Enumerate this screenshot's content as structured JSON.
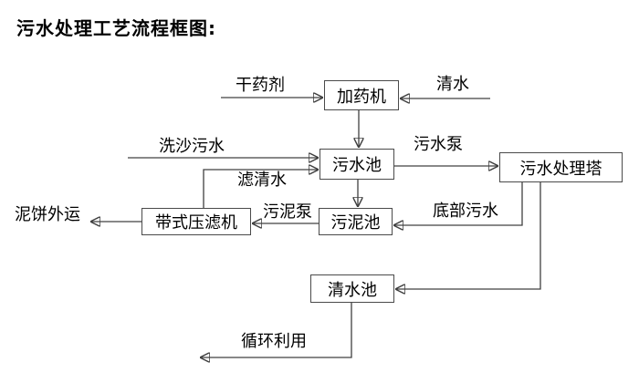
{
  "title": "污水处理工艺流程框图:",
  "nodes": {
    "dosing_machine": "加药机",
    "sewage_pool": "污水池",
    "treatment_tower": "污水处理塔",
    "sludge_pool": "污泥池",
    "belt_filter_press": "带式压滤机",
    "clean_water_pool": "清水池"
  },
  "flow_labels": {
    "dry_chemical": "干药剂",
    "clean_water": "清水",
    "sand_washing_sewage": "洗沙污水",
    "sewage_pump": "污水泵",
    "filtered_water": "滤清水",
    "sludge_pump": "污泥泵",
    "bottom_sewage": "底部污水",
    "mud_cake_out": "泥饼外运",
    "recycling": "循环利用"
  },
  "edges": [
    {
      "from": "干药剂",
      "to": "加药机"
    },
    {
      "from": "清水",
      "to": "加药机"
    },
    {
      "from": "加药机",
      "to": "污水池"
    },
    {
      "from": "洗沙污水",
      "to": "污水池"
    },
    {
      "from": "带式压滤机",
      "to": "污水池",
      "label": "滤清水"
    },
    {
      "from": "污水池",
      "to": "污水处理塔",
      "label": "污水泵"
    },
    {
      "from": "污水池",
      "to": "污泥池"
    },
    {
      "from": "污水处理塔",
      "to": "污泥池",
      "label": "底部污水"
    },
    {
      "from": "污泥池",
      "to": "带式压滤机",
      "label": "污泥泵"
    },
    {
      "from": "带式压滤机",
      "to": "泥饼外运"
    },
    {
      "from": "污水处理塔",
      "to": "清水池"
    },
    {
      "from": "清水池",
      "to": "循环利用"
    }
  ],
  "colors": {
    "background": "#ffffff",
    "text": "#000000",
    "line": "#404040",
    "box_border": "#4a4a4a",
    "box_fill": "#ffffff"
  }
}
